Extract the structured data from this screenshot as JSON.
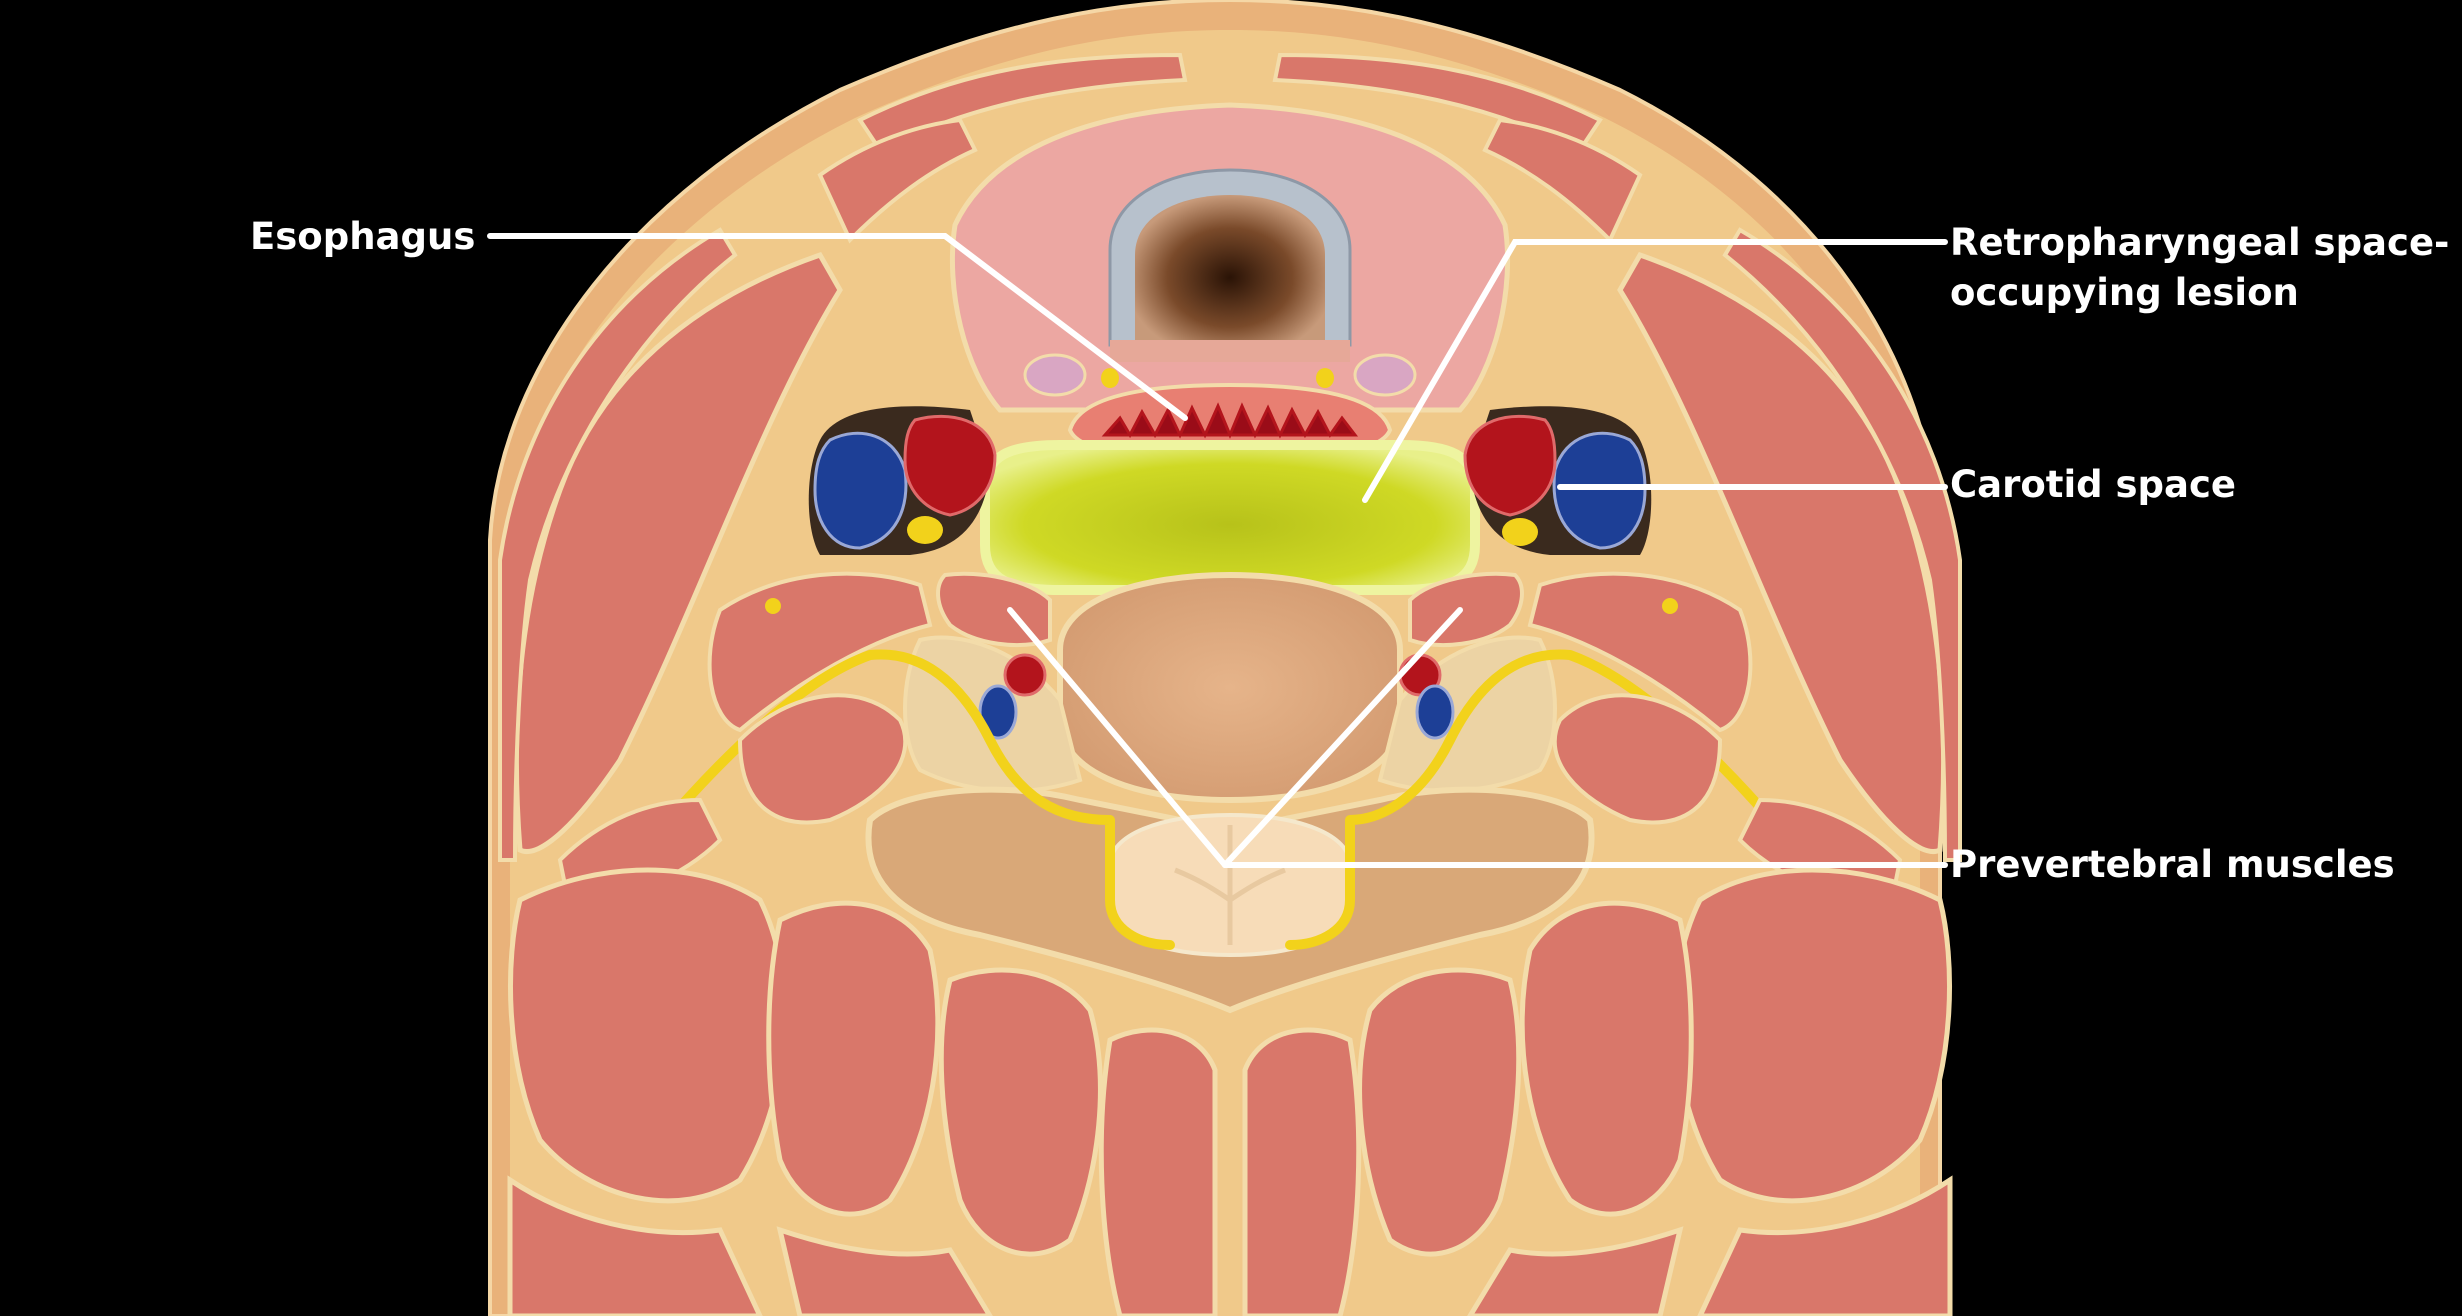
{
  "labels": {
    "esophagus": "Esophagus",
    "retropharyngeal_line1": "Retropharyngeal space-",
    "retropharyngeal_line2": "occupying lesion",
    "carotid_space": "Carotid space",
    "prevertebral_muscles": "Prevertebral muscles"
  },
  "colors": {
    "background": "#000000",
    "skin": "#e9b27a",
    "fat": "#f0c98a",
    "muscle": "#d9776a",
    "fascia": "#f3dcaa",
    "lesion": "#c9d41f",
    "artery": "#b3141c",
    "vein": "#1d3f96",
    "nerve": "#f2d21b",
    "thyroid": "#eca7a2",
    "trachea_ring": "#b7c1cc",
    "vertebra": "#d9a878",
    "leader_line": "#ffffff"
  }
}
